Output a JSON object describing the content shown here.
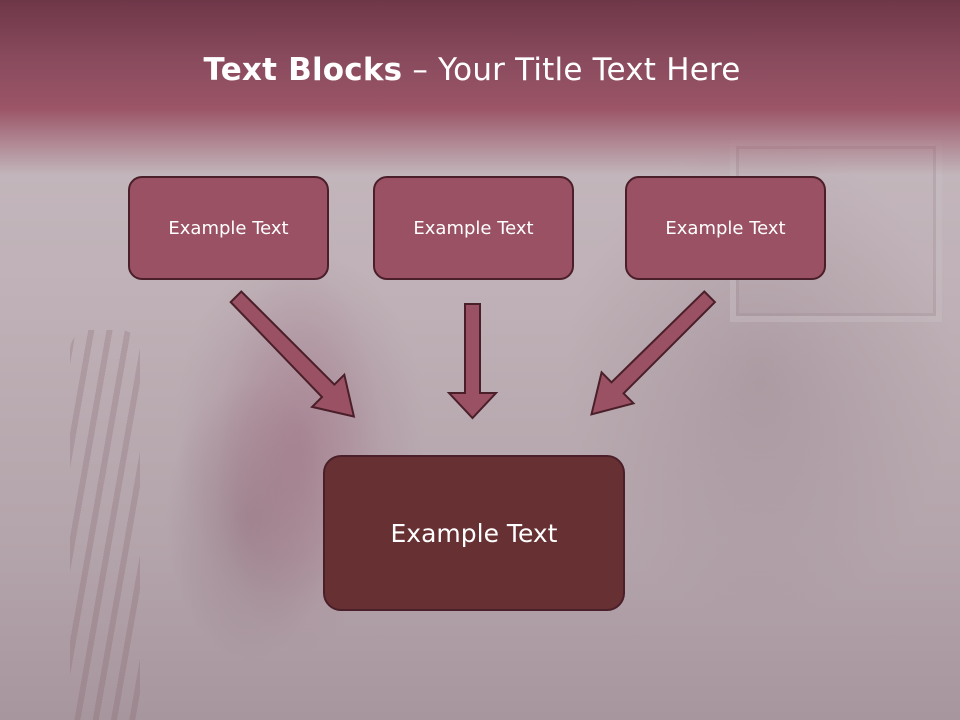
{
  "slide": {
    "title_bold": "Text Blocks",
    "title_dash": " – ",
    "title_rest": "Your Title Text Here",
    "boxes": [
      {
        "label": "Example Text"
      },
      {
        "label": "Example Text"
      },
      {
        "label": "Example Text"
      }
    ],
    "main_box": {
      "label": "Example Text"
    }
  },
  "colors": {
    "header": "#8a4b5e",
    "box_fill": "#9a5164",
    "box_border": "#4a1f2a",
    "main_box_fill": "#673033",
    "text": "#ffffff"
  },
  "icons": [
    "arrow-down-right-icon",
    "arrow-down-icon",
    "arrow-down-left-icon"
  ]
}
